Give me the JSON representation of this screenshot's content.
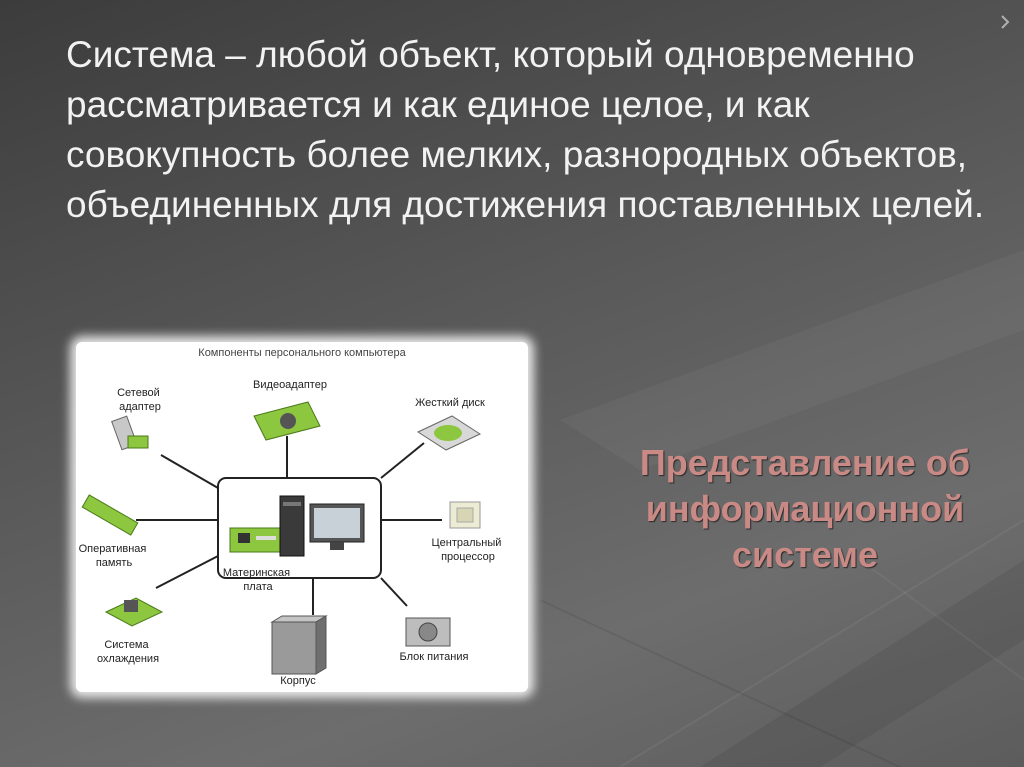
{
  "slide": {
    "definition": "Система – любой объект, который одновременно рассматривается и как единое целое, и как совокупность более мелких, разнородных объектов, объединенных для достижения поставленных целей.",
    "heading": "Представление об информационной системе"
  },
  "diagram": {
    "title": "Компоненты персонального компьютера",
    "center": "Материнская плата",
    "components": {
      "network": [
        "Сетевой",
        "адаптер"
      ],
      "video": "Видеоадаптер",
      "hdd": "Жесткий диск",
      "ram": [
        "Оперативная",
        "память"
      ],
      "cpu": [
        "Центральный",
        "процессор"
      ],
      "cooling": [
        "Система",
        "охлаждения"
      ],
      "case": "Корпус",
      "psu": "Блок питания"
    }
  },
  "colors": {
    "heading": "#c98a86",
    "text": "#f2f2f2",
    "board_green": "#8dc63f"
  },
  "icons": [
    "chevron-right-icon"
  ]
}
